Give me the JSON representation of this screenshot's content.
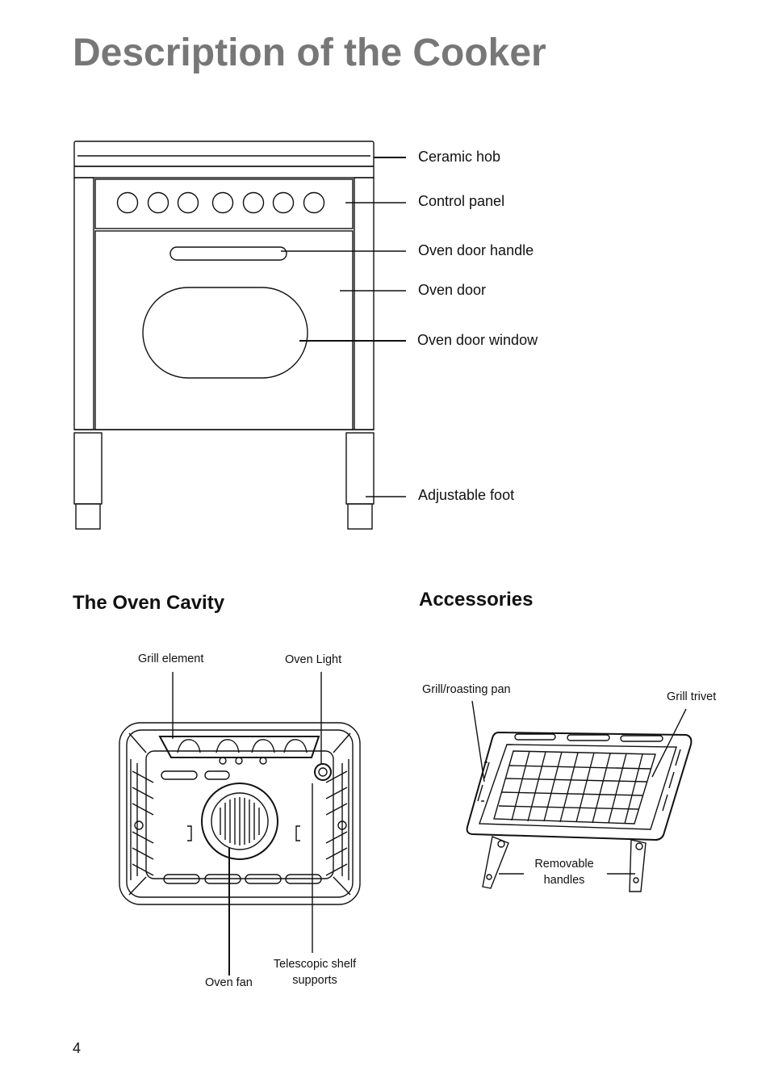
{
  "page": {
    "title": "Description of the Cooker",
    "page_number": "4"
  },
  "cooker_labels": [
    "Ceramic hob",
    "Control panel",
    "Oven door handle",
    "Oven door",
    "Oven door window",
    "Adjustable foot"
  ],
  "oven_cavity": {
    "heading": "The Oven Cavity",
    "labels": {
      "grill_element": "Grill element",
      "oven_light": "Oven Light",
      "oven_fan": "Oven fan",
      "shelf_supports_line1": "Telescopic shelf",
      "shelf_supports_line2": "supports"
    }
  },
  "accessories": {
    "heading": "Accessories",
    "labels": {
      "grill_pan": "Grill/roasting pan",
      "grill_trivet": "Grill trivet",
      "handles_line1": "Removable",
      "handles_line2": "handles"
    }
  }
}
